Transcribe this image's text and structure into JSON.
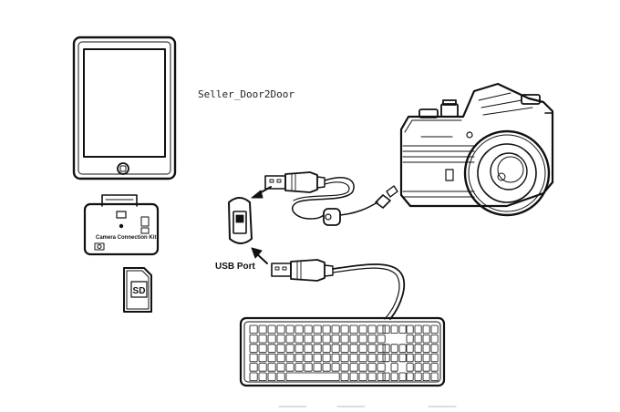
{
  "watermark": "Seller_Door2Door",
  "usb_port_label": "USB Port",
  "adapter": {
    "label": "Camera Connection Kit"
  },
  "sd_card": {
    "label": "SD"
  },
  "keyboard": {
    "rows": 6
  },
  "colors": {
    "line": "#111111",
    "background": "#ffffff"
  }
}
